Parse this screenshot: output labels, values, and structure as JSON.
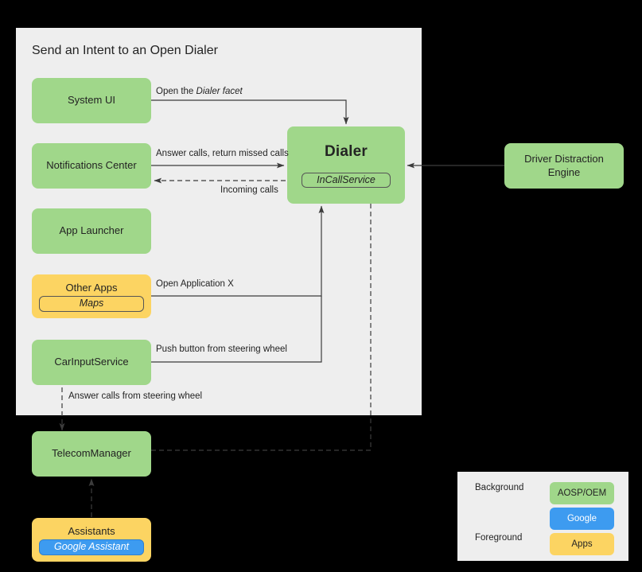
{
  "diagram": {
    "title": "Send an Intent to an Open Dialer",
    "background_color": "#000000",
    "panel_color": "#eeeeee",
    "colors": {
      "aosp_oem_green": "#a0d78a",
      "google_blue": "#3d9bf0",
      "apps_amber": "#fcd462",
      "line": "#3c3c3c",
      "text": "#232323"
    }
  },
  "nodes": {
    "system_ui": {
      "label": "System UI",
      "kind": "green"
    },
    "notifications": {
      "label": "Notifications Center",
      "kind": "green"
    },
    "app_launcher": {
      "label": "App Launcher",
      "kind": "green"
    },
    "other_apps": {
      "label": "Other Apps",
      "kind": "amber",
      "sub": "Maps"
    },
    "car_input": {
      "label": "CarInputService",
      "kind": "green"
    },
    "dialer": {
      "label": "Dialer",
      "kind": "green",
      "sub": "InCallService"
    },
    "driver_distraction": {
      "label_line1": "Driver Distraction",
      "label_line2": "Engine",
      "kind": "green"
    },
    "telecom_manager": {
      "label": "TelecomManager",
      "kind": "green"
    },
    "assistants": {
      "label": "Assistants",
      "kind": "amber",
      "sub": "Google Assistant"
    }
  },
  "edges": [
    {
      "id": "open-dialer-facet",
      "label_prefix": "Open the ",
      "label_em": "Dialer facet",
      "label_suffix": "",
      "style": "solid",
      "from": "system_ui",
      "to": "dialer"
    },
    {
      "id": "answer-return",
      "label": "Answer calls, return missed calls",
      "style": "solid",
      "from": "notifications",
      "to": "dialer"
    },
    {
      "id": "incoming-calls",
      "label": "Incoming calls",
      "style": "dashed",
      "from": "dialer",
      "to": "notifications"
    },
    {
      "id": "open-application-x",
      "label": "Open Application X",
      "style": "solid",
      "from": "other_apps",
      "to": "dialer"
    },
    {
      "id": "push-button",
      "label": "Push button from steering wheel",
      "style": "solid",
      "from": "car_input",
      "to": "dialer"
    },
    {
      "id": "answer-steering",
      "label": "Answer calls from steering wheel",
      "style": "dashed",
      "from": "car_input",
      "to": "telecom_manager"
    },
    {
      "id": "driver-to-dialer",
      "label": "",
      "style": "solid",
      "from": "driver_distraction",
      "to": "dialer"
    },
    {
      "id": "telecom-to-incall",
      "label": "",
      "style": "dashed",
      "from": "telecom_manager",
      "to": "dialer"
    },
    {
      "id": "assistant-to-telecom",
      "label": "",
      "style": "dashed",
      "from": "assistants",
      "to": "telecom_manager"
    }
  ],
  "legend": {
    "background_label": "Background",
    "foreground_label": "Foreground",
    "swatches": [
      {
        "label": "AOSP/OEM",
        "kind": "green"
      },
      {
        "label": "Google",
        "kind": "blue"
      },
      {
        "label": "Apps",
        "kind": "amber"
      }
    ]
  }
}
